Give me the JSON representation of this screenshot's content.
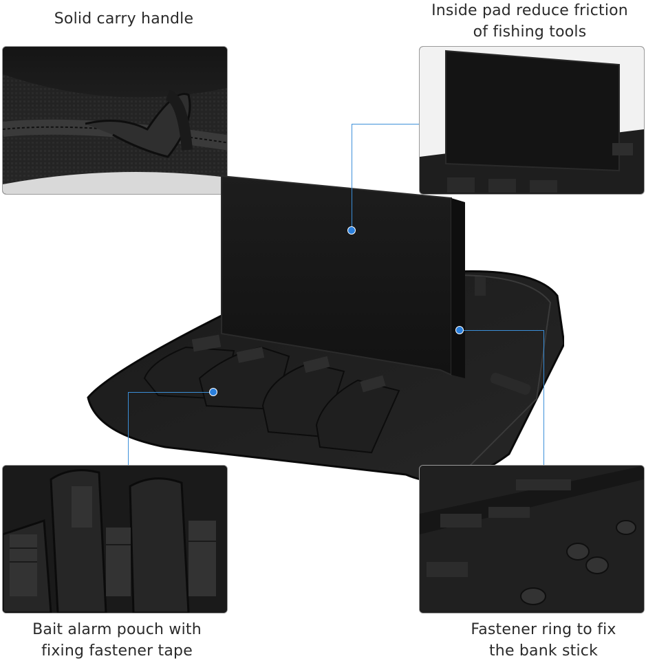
{
  "callouts": {
    "top_left": "Solid carry handle",
    "top_right_line1": "Inside pad reduce friction",
    "top_right_line2": "of fishing tools",
    "bottom_left_line1": "Bait alarm pouch with",
    "bottom_left_line2": "fixing fastener tape",
    "bottom_right_line1": "Fastener ring to fix",
    "bottom_right_line2": "the bank stick"
  },
  "colors": {
    "leader_line": "#3b8fd9",
    "marker_dot": "#2a7fdc",
    "product": "#1c1c1c"
  }
}
